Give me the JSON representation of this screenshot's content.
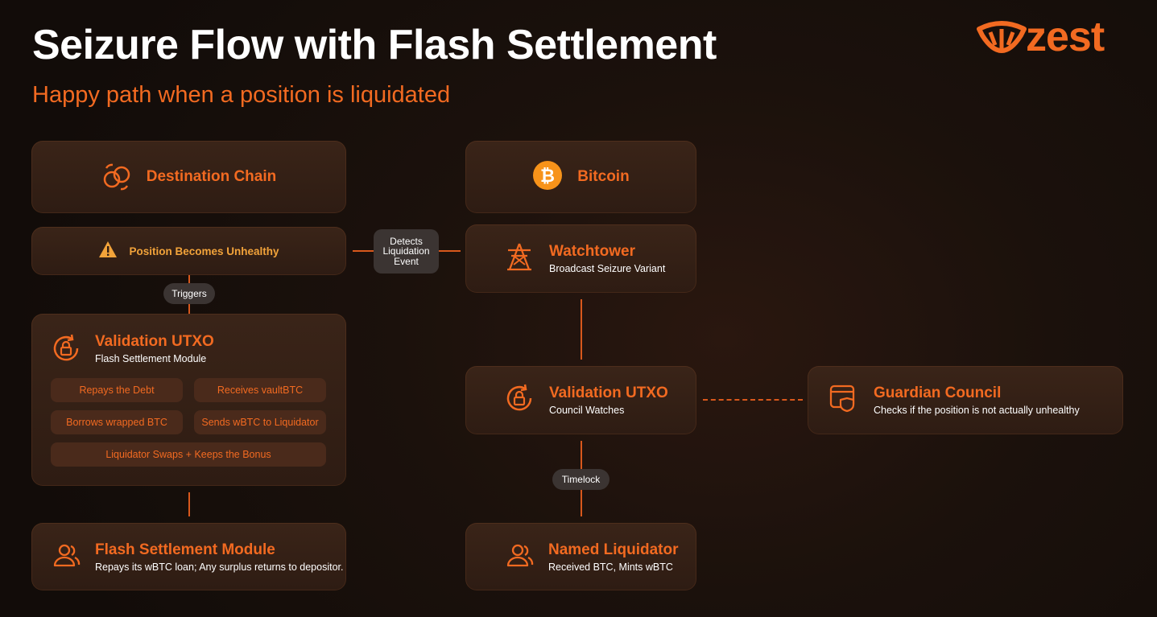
{
  "header": {
    "title": "Seizure Flow with Flash Settlement",
    "subtitle": "Happy path when a position is liquidated",
    "logo_text": "zest"
  },
  "left": {
    "destination_chain": "Destination Chain",
    "position_unhealthy": "Position Becomes Unhealthy",
    "triggers": "Triggers",
    "validation": {
      "title": "Validation UTXO",
      "sub": "Flash Settlement Module",
      "chips": [
        "Repays the Debt",
        "Receives vaultBTC",
        "Borrows wrapped BTC",
        "Sends wBTC to Liquidator",
        "Liquidator Swaps + Keeps the Bonus"
      ]
    },
    "flash_module": {
      "title": "Flash Settlement Module",
      "sub": "Repays its wBTC loan; Any surplus returns to depositor."
    }
  },
  "middle": {
    "detects_lines": [
      "Detects",
      "Liquidation",
      "Event"
    ],
    "bitcoin": "Bitcoin",
    "watchtower": {
      "title": "Watchtower",
      "sub": "Broadcast Seizure Variant"
    },
    "validation": {
      "title": "Validation UTXO",
      "sub": "Council Watches"
    },
    "timelock": "Timelock",
    "named_liquidator": {
      "title": "Named Liquidator",
      "sub": "Received BTC, Mints wBTC"
    }
  },
  "right": {
    "guardian": {
      "title": "Guardian Council",
      "sub": "Checks if the position is not actually unhealthy"
    }
  },
  "colors": {
    "accent": "#f26a21",
    "warning": "#f2a33a",
    "card": "#35211a",
    "chip": "#4a2a1b",
    "pill": "#3b3432"
  },
  "icons": [
    "chain-link-icon",
    "warning-icon",
    "lock-cycle-icon",
    "users-icon",
    "bitcoin-icon",
    "tower-icon",
    "shield-card-icon",
    "zest-logo-icon"
  ]
}
